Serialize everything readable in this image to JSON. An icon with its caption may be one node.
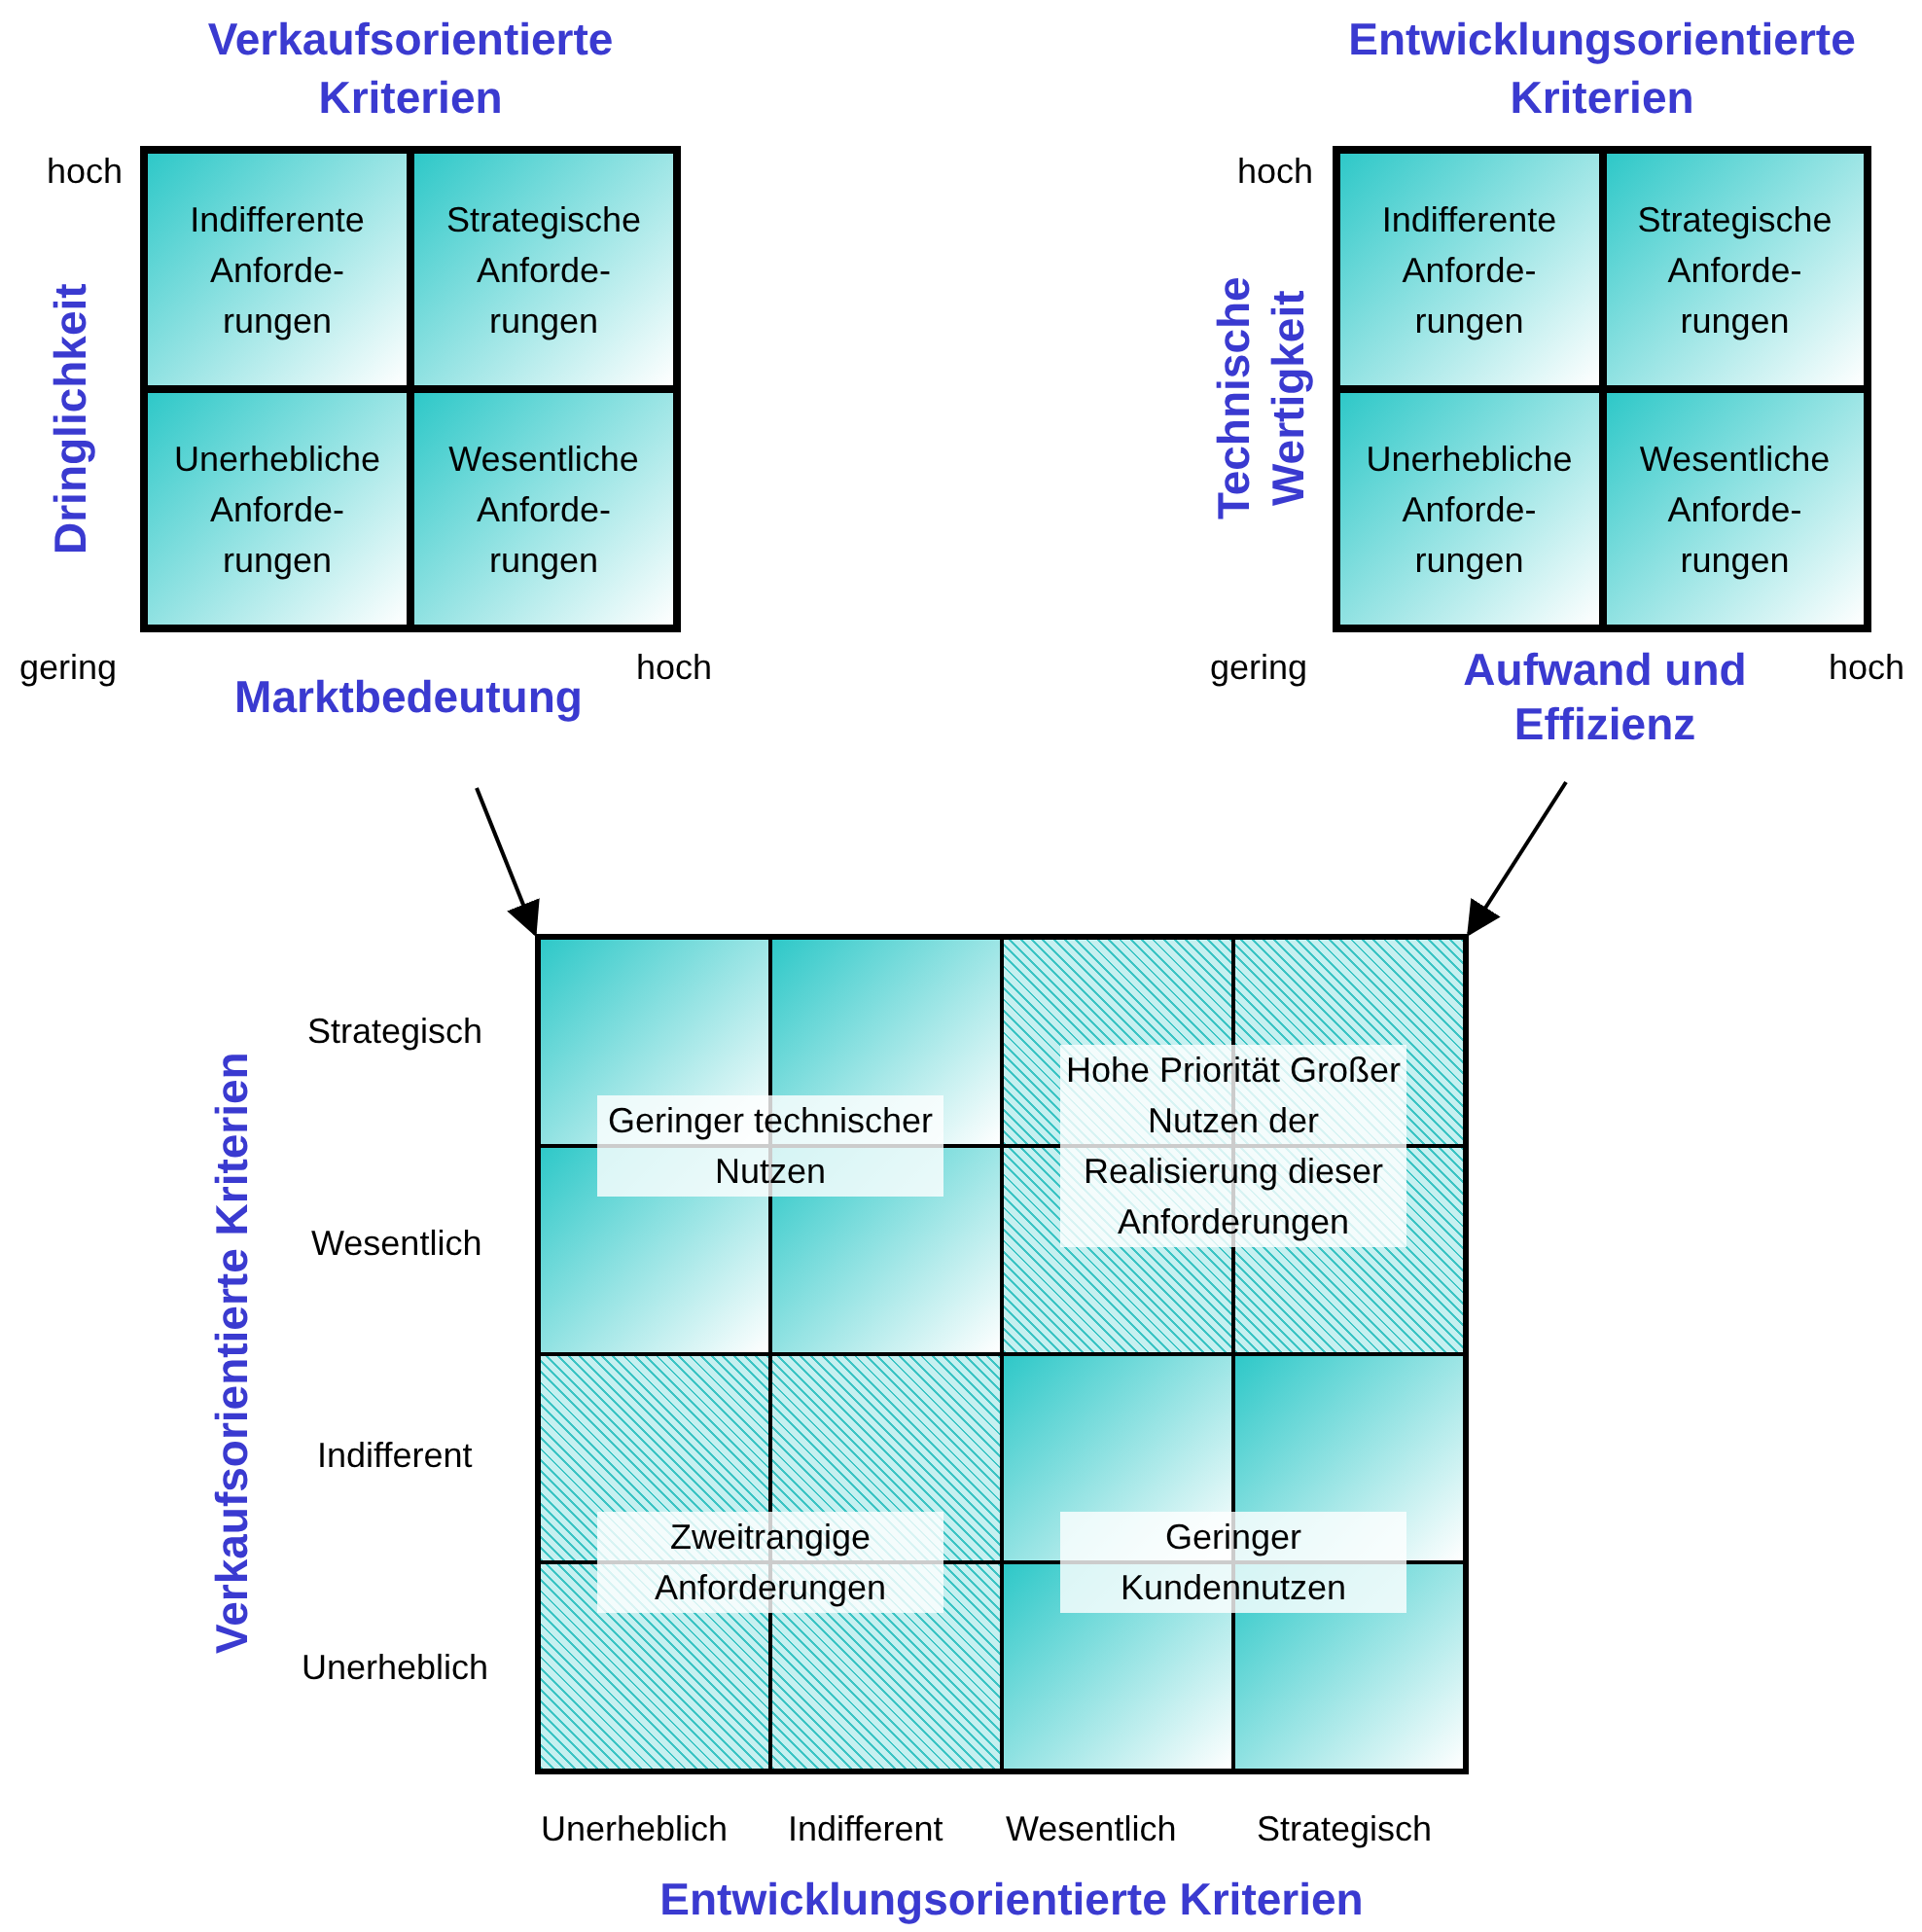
{
  "diagram": {
    "nodes": [
      {
        "text": [
          "Verkaufsorientierte Kriterien"
        ]
      },
      {
        "text": [
          "Indifferente Anforde-rungen"
        ],
        "in": 0
      },
      {
        "text": [
          "Strategische Anforde-rungen"
        ],
        "in": 0
      },
      {
        "text": [
          "Unerhebliche Anforde-rungen"
        ],
        "in": 0
      },
      {
        "text": [
          "Wesentliche Anforde-rungen"
        ],
        "in": 0
      },
      {
        "text": [
          "Entwicklungsorientierte Kriterien"
        ]
      },
      {
        "text": [
          "Indifferente Anforde-rungen"
        ],
        "in": 5
      },
      {
        "text": [
          "Strategische Anforde-rungen"
        ],
        "in": 5
      },
      {
        "text": [
          "Unerhebliche Anforde-rungen"
        ],
        "in": 5
      },
      {
        "text": [
          "Wesentliche Anforde-rungen"
        ],
        "in": 5
      },
      {
        "text": [],
        "shape": "box"
      },
      {
        "text": [
          "Geringer technischer Nutzen"
        ],
        "in": 10
      },
      {
        "text": [
          "Hohe Priorität Großer Nutzen der Realisierung dieser Anforderungen"
        ],
        "in": 10
      },
      {
        "text": [
          "Zweitrangige Anforderungen"
        ],
        "in": 10
      },
      {
        "text": [
          "Geringer Kundennutzen"
        ],
        "in": 10
      }
    ],
    "edges": [
      {
        "from": null,
        "to": 10,
        "arrow": "to"
      },
      {
        "from": null,
        "to": 10,
        "arrow": "to"
      }
    ],
    "labels": [
      "hoch",
      "Dringlichkeit",
      "gering",
      "Marktbedeutung",
      "hoch",
      "hoch",
      "Technische Wertigkeit",
      "gering",
      "Aufwand und Effizienz",
      "hoch",
      "Verkaufsorientierte Kriterien",
      "Strategisch",
      "Wesentlich",
      "Indifferent",
      "Unerheblich",
      "Unerheblich",
      "Indifferent",
      "Wesentlich",
      "Strategisch",
      "Entwicklungsorientierte Kriterien"
    ]
  }
}
